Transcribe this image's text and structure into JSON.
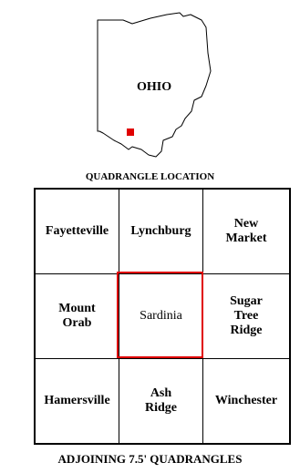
{
  "location_map": {
    "state_label": "OHIO",
    "marker_color": "#e00000",
    "caption": "QUADRANGLE LOCATION"
  },
  "quadrangles": {
    "highlight_color": "#e00000",
    "cells": [
      [
        "Fayetteville",
        "Lynchburg",
        "New\nMarket"
      ],
      [
        "Mount\nOrab",
        "Sardinia",
        "Sugar\nTree\nRidge"
      ],
      [
        "Hamersville",
        "Ash\nRidge",
        "Winchester"
      ]
    ],
    "selected": "Sardinia",
    "caption": "ADJOINING 7.5' QUADRANGLES"
  }
}
